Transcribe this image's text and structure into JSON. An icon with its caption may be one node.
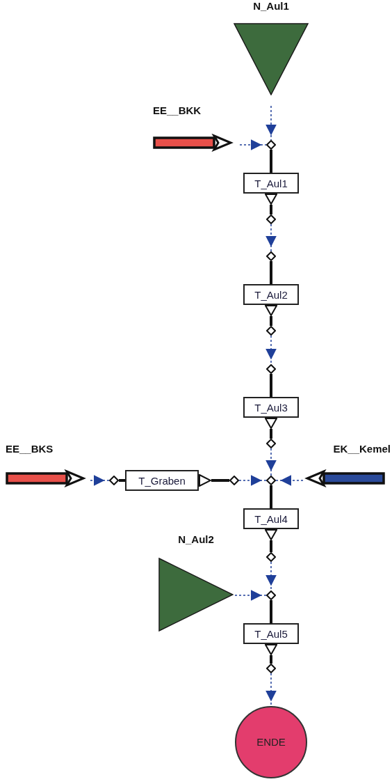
{
  "diagram": {
    "nodes": [
      {
        "text": [
          "N_Aul1"
        ]
      },
      {
        "text": [
          "EE__BKK"
        ]
      },
      {
        "text": [],
        "shape": "diamond"
      },
      {
        "text": [
          "T_Aul1"
        ]
      },
      {
        "text": [],
        "shape": "diamond"
      },
      {
        "text": [],
        "shape": "diamond"
      },
      {
        "text": [
          "T_Aul2"
        ]
      },
      {
        "text": [],
        "shape": "diamond"
      },
      {
        "text": [],
        "shape": "diamond"
      },
      {
        "text": [
          "T_Aul3"
        ]
      },
      {
        "text": [],
        "shape": "diamond"
      },
      {
        "text": [
          "EE__BKS"
        ]
      },
      {
        "text": [],
        "shape": "diamond"
      },
      {
        "text": [
          "T_Graben"
        ]
      },
      {
        "text": [],
        "shape": "diamond"
      },
      {
        "text": [],
        "shape": "diamond"
      },
      {
        "text": [
          "EK__Kemel"
        ]
      },
      {
        "text": [
          "T_Aul4"
        ]
      },
      {
        "text": [],
        "shape": "diamond"
      },
      {
        "text": [
          "N_Aul2"
        ]
      },
      {
        "text": [],
        "shape": "diamond"
      },
      {
        "text": [
          "T_Aul5"
        ]
      },
      {
        "text": [],
        "shape": "diamond"
      },
      {
        "text": [
          "ENDE"
        ]
      }
    ],
    "edges": [
      {
        "from": 0,
        "to": 2,
        "arrow": "to",
        "style": "dashed",
        "color": "#1f3f99"
      },
      {
        "from": 1,
        "to": 2,
        "arrow": "to",
        "style": "dashed",
        "color": "#1f3f99"
      },
      {
        "from": 2,
        "to": 3,
        "arrow": "none",
        "color": "#111111"
      },
      {
        "from": 3,
        "to": 4,
        "arrow": "none",
        "color": "#111111"
      },
      {
        "from": 4,
        "to": 5,
        "arrow": "to",
        "style": "dashed",
        "color": "#1f3f99"
      },
      {
        "from": 5,
        "to": 6,
        "arrow": "none",
        "color": "#111111"
      },
      {
        "from": 6,
        "to": 7,
        "arrow": "none",
        "color": "#111111"
      },
      {
        "from": 7,
        "to": 8,
        "arrow": "to",
        "style": "dashed",
        "color": "#1f3f99"
      },
      {
        "from": 8,
        "to": 9,
        "arrow": "none",
        "color": "#111111"
      },
      {
        "from": 9,
        "to": 10,
        "arrow": "none",
        "color": "#111111"
      },
      {
        "from": 10,
        "to": 15,
        "arrow": "to",
        "style": "dashed",
        "color": "#1f3f99"
      },
      {
        "from": 11,
        "to": 12,
        "arrow": "to",
        "style": "dashed",
        "color": "#1f3f99"
      },
      {
        "from": 12,
        "to": 13,
        "arrow": "none",
        "color": "#111111"
      },
      {
        "from": 13,
        "to": 14,
        "arrow": "none",
        "color": "#111111"
      },
      {
        "from": 14,
        "to": 15,
        "arrow": "to",
        "style": "dashed",
        "color": "#1f3f99"
      },
      {
        "from": 16,
        "to": 15,
        "arrow": "to",
        "style": "dashed",
        "color": "#1f3f99"
      },
      {
        "from": 15,
        "to": 17,
        "arrow": "none",
        "color": "#111111"
      },
      {
        "from": 17,
        "to": 18,
        "arrow": "none",
        "color": "#111111"
      },
      {
        "from": 18,
        "to": 20,
        "arrow": "to",
        "style": "dashed",
        "color": "#1f3f99"
      },
      {
        "from": 19,
        "to": 20,
        "arrow": "to",
        "style": "dashed",
        "color": "#1f3f99"
      },
      {
        "from": 20,
        "to": 21,
        "arrow": "none",
        "color": "#111111"
      },
      {
        "from": 21,
        "to": 22,
        "arrow": "none",
        "color": "#111111"
      },
      {
        "from": 22,
        "to": 23,
        "arrow": "to",
        "style": "dashed",
        "color": "#1f3f99"
      }
    ]
  }
}
